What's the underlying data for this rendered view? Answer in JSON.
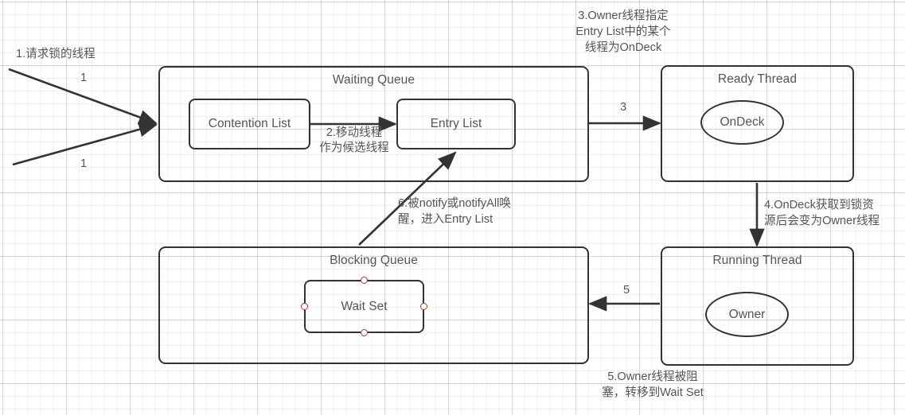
{
  "diagram": {
    "title": "Java Monitor Lock / Thread State Diagram",
    "colors": {
      "stroke": "#333333",
      "text": "#555555",
      "handle": "#a03a34",
      "grid_minor": "rgba(0,0,0,0.055)",
      "grid_major": "rgba(0,0,0,0.105)"
    },
    "containers": [
      {
        "id": "waiting-queue",
        "title": "Waiting Queue"
      },
      {
        "id": "ready-thread",
        "title": "Ready Thread"
      },
      {
        "id": "blocking-queue",
        "title": "Blocking Queue"
      },
      {
        "id": "running-thread",
        "title": "Running Thread"
      }
    ],
    "nodes": [
      {
        "id": "contention-list",
        "label": "Contention List"
      },
      {
        "id": "entry-list",
        "label": "Entry List"
      },
      {
        "id": "wait-set",
        "label": "Wait Set"
      },
      {
        "id": "ondeck",
        "label": "OnDeck"
      },
      {
        "id": "owner",
        "label": "Owner"
      }
    ],
    "notes": {
      "step1": "1.请求锁的线程",
      "step2": "2.移动线程\n作为候选线程",
      "step3": "3.Owner线程指定\nEntry List中的某个\n线程为OnDeck",
      "step4": "4.OnDeck获取到锁资\n源后会变为Owner线程",
      "step5": "5.Owner线程被阻\n塞，转移到Wait Set",
      "step6": "6.被notify或notifyAll唤\n醒，进入Entry List"
    },
    "edge_numbers": {
      "req_top": "1",
      "req_bottom": "1",
      "to_ready": "3",
      "to_waitset": "5"
    }
  }
}
